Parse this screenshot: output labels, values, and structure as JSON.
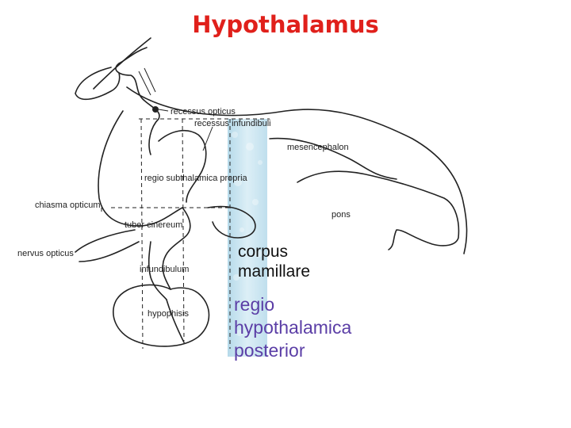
{
  "title": "Hypothalamus",
  "labels": {
    "recessus_opticus": "recessus opticus",
    "recessus_infundibuli": "recessus infundibuli",
    "mesencephalon": "mesencephalon",
    "regio_subthalamica": "regio subthalamica propria",
    "chiasma_opticum": "chiasma opticum",
    "pons": "pons",
    "tuber_cinereum": "tuber cinereum",
    "nervus_opticus": "nervus opticus",
    "infundibulum": "infundibulum",
    "hypophisis": "hypophisis"
  },
  "corpus_mamillare": [
    "corpus",
    "mamillare"
  ],
  "regio_posterior": [
    "regio",
    "hypothalamica",
    "posterior"
  ],
  "colors": {
    "title": "#e0201b",
    "regio_posterior": "#5b3ea6",
    "highlight_band": "#bfe0ef",
    "outline": "#222222"
  }
}
